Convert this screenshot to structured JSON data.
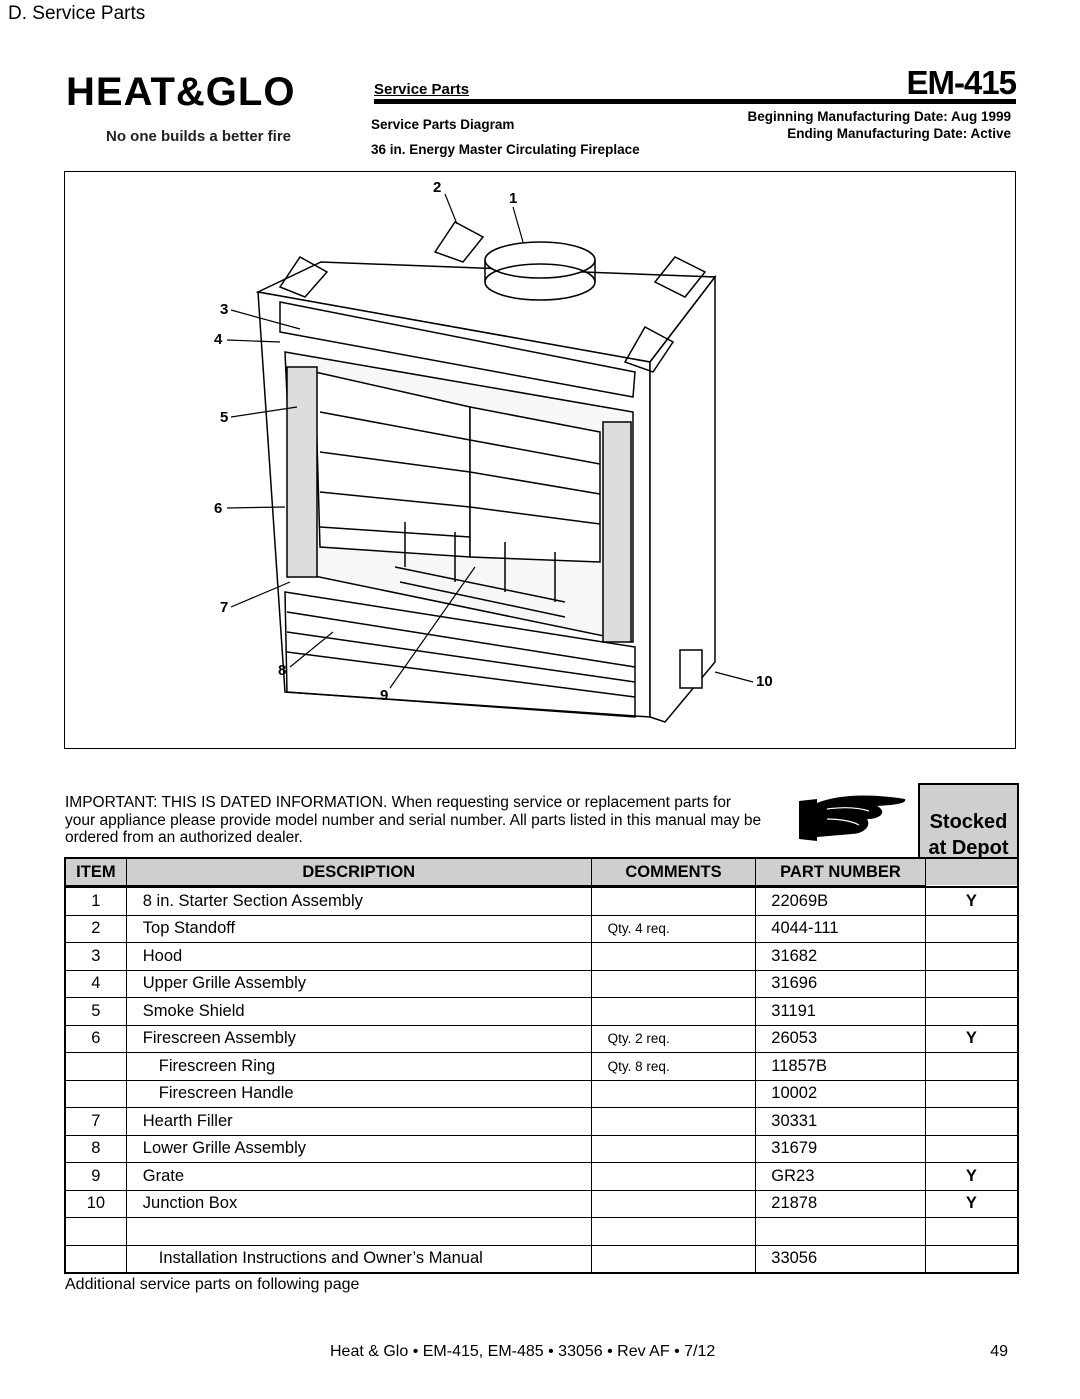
{
  "header": {
    "section_title": "D. Service Parts",
    "brand": "HEAT&GLO",
    "tagline": "No one builds a better fire",
    "service_parts_label": "Service Parts",
    "model": "EM-415",
    "diagram_title": "Service Parts Diagram",
    "product": "36 in. Energy Master Circulating Fireplace",
    "begin_date": "Beginning Manufacturing Date: Aug 1999",
    "end_date": "Ending Manufacturing Date: Active"
  },
  "diagram": {
    "callouts": [
      "1",
      "2",
      "3",
      "4",
      "5",
      "6",
      "7",
      "8",
      "9",
      "10"
    ]
  },
  "notice": {
    "text": "IMPORTANT: THIS IS DATED INFORMATION. When requesting service or replacement parts for your appliance please provide model number and serial number. All parts listed in this manual may be ordered from an authorized dealer.",
    "stocked_line1": "Stocked",
    "stocked_line2": "at Depot"
  },
  "table": {
    "headers": {
      "item": "ITEM",
      "description": "DESCRIPTION",
      "comments": "COMMENTS",
      "part_number": "PART NUMBER"
    },
    "rows": [
      {
        "item": "1",
        "description": "8 in. Starter Section Assembly",
        "comments": "",
        "part": "22069B",
        "stocked": "Y",
        "indent": false
      },
      {
        "item": "2",
        "description": "Top Standoff",
        "comments": "Qty. 4 req.",
        "part": "4044-111",
        "stocked": "",
        "indent": false
      },
      {
        "item": "3",
        "description": "Hood",
        "comments": "",
        "part": "31682",
        "stocked": "",
        "indent": false
      },
      {
        "item": "4",
        "description": "Upper Grille Assembly",
        "comments": "",
        "part": "31696",
        "stocked": "",
        "indent": false
      },
      {
        "item": "5",
        "description": "Smoke Shield",
        "comments": "",
        "part": "31191",
        "stocked": "",
        "indent": false
      },
      {
        "item": "6",
        "description": "Firescreen Assembly",
        "comments": "Qty. 2 req.",
        "part": "26053",
        "stocked": "Y",
        "indent": false
      },
      {
        "item": "",
        "description": "Firescreen Ring",
        "comments": "Qty. 8 req.",
        "part": "11857B",
        "stocked": "",
        "indent": true
      },
      {
        "item": "",
        "description": "Firescreen Handle",
        "comments": "",
        "part": "10002",
        "stocked": "",
        "indent": true
      },
      {
        "item": "7",
        "description": "Hearth Filler",
        "comments": "",
        "part": "30331",
        "stocked": "",
        "indent": false
      },
      {
        "item": "8",
        "description": "Lower Grille Assembly",
        "comments": "",
        "part": "31679",
        "stocked": "",
        "indent": false
      },
      {
        "item": "9",
        "description": "Grate",
        "comments": "",
        "part": "GR23",
        "stocked": "Y",
        "indent": false
      },
      {
        "item": "10",
        "description": "Junction Box",
        "comments": "",
        "part": "21878",
        "stocked": "Y",
        "indent": false
      },
      {
        "item": "",
        "description": "",
        "comments": "",
        "part": "",
        "stocked": "",
        "indent": false
      },
      {
        "item": "",
        "description": "Installation Instructions and Owner’s Manual",
        "comments": "",
        "part": "33056",
        "stocked": "",
        "indent": true
      }
    ]
  },
  "footnote": "Additional service parts on following page",
  "footer": {
    "text": "Heat & Glo • EM-415, EM-485 • 33056 • Rev AF • 7/12",
    "page": "49"
  }
}
